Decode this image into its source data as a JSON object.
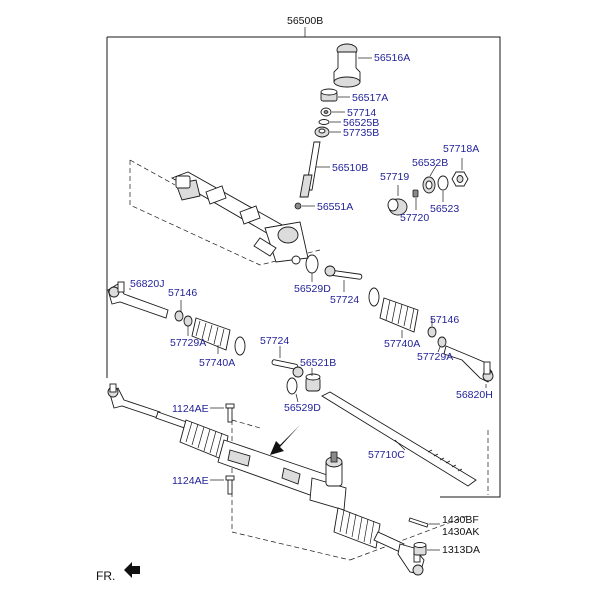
{
  "assembly_number": "56500B",
  "orientation_label": "FR.",
  "parts": {
    "p56516A": "56516A",
    "p56517A": "56517A",
    "p57714": "57714",
    "p56525B": "56525B",
    "p57735B": "57735B",
    "p56510B": "56510B",
    "p56551A": "56551A",
    "p57718A": "57718A",
    "p56532B": "56532B",
    "p57719": "57719",
    "p57720": "57720",
    "p56523": "56523",
    "p56529D_upper": "56529D",
    "p57724_upper": "57724",
    "p56820J": "56820J",
    "p57146_left": "57146",
    "p57729A_left": "57729A",
    "p57740A_left": "57740A",
    "p57724_mid": "57724",
    "p56521B": "56521B",
    "p56529D_mid": "56529D",
    "p57740A_right": "57740A",
    "p57146_right": "57146",
    "p57729A_right": "57729A",
    "p56820H": "56820H",
    "p1124AE_upper": "1124AE",
    "p57710C": "57710C",
    "p1124AE_lower": "1124AE",
    "p1430BF": "1430BF",
    "p1430AK": "1430AK",
    "p1313DA": "1313DA"
  }
}
